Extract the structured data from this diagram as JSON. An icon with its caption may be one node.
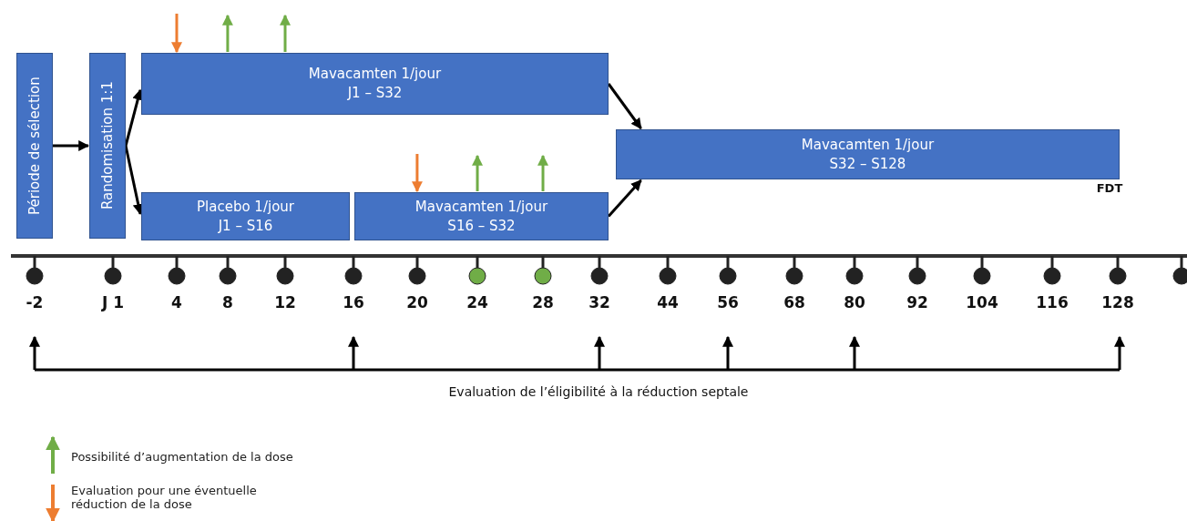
{
  "diagram": {
    "nodes": [
      {
        "text": [
          "Période de sélection"
        ]
      },
      {
        "text": [
          "Randomisation 1:1"
        ]
      },
      {
        "text": [
          "Mavacamten 1/jour",
          "J1 – S32"
        ]
      },
      {
        "text": [
          "Placebo 1/jour",
          "J1 – S16"
        ]
      },
      {
        "text": [
          "Mavacamten 1/jour",
          "S16 – S32"
        ]
      },
      {
        "text": [
          "Mavacamten 1/jour",
          "S32 – S128"
        ]
      }
    ],
    "edges": [
      {
        "from": 0,
        "to": 1,
        "arrow": "to"
      },
      {
        "from": 1,
        "to": 2,
        "arrow": "to"
      },
      {
        "from": 1,
        "to": 3,
        "arrow": "to"
      },
      {
        "from": 2,
        "to": 5,
        "arrow": "to"
      },
      {
        "from": 4,
        "to": 5,
        "arrow": "to"
      },
      {
        "from": null,
        "to": 2,
        "arrow": "to",
        "color": "#ed7d31"
      },
      {
        "from": 2,
        "to": null,
        "arrow": "to",
        "color": "#70ad47"
      },
      {
        "from": 2,
        "to": null,
        "arrow": "to",
        "color": "#70ad47"
      },
      {
        "from": null,
        "to": 4,
        "arrow": "to",
        "color": "#ed7d31"
      },
      {
        "from": 4,
        "to": null,
        "arrow": "to",
        "color": "#70ad47"
      },
      {
        "from": 4,
        "to": null,
        "arrow": "to",
        "color": "#70ad47"
      }
    ],
    "labels": [
      "FDT",
      "-2",
      "J 1",
      "4",
      "8",
      "12",
      "16",
      "20",
      "24",
      "28",
      "32",
      "44",
      "56",
      "68",
      "80",
      "92",
      "104",
      "116",
      "128",
      "Evaluation de l’éligibilité à la réduction septale"
    ],
    "legend": [
      {
        "text": "Possibilité d’augmentation de la dose"
      },
      {
        "text": "Evaluation pour une éventuelle réduction de la dose"
      }
    ]
  }
}
